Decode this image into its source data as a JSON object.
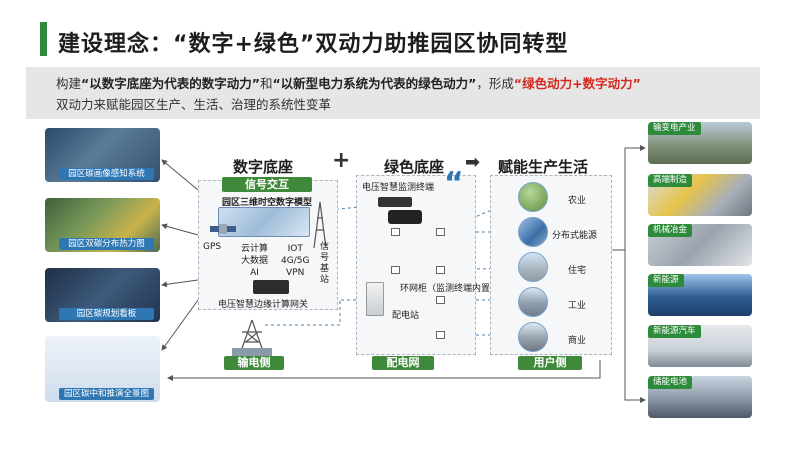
{
  "title": "建设理念：“数字+绿色”双动力助推园区协同转型",
  "intro": {
    "p1": "构建",
    "b1": "“以数字底座为代表的数字动力”",
    "p2": "和",
    "b2": "“以新型电力系统为代表的绿色动力”",
    "p3": "，形成",
    "red": "“绿色动力+数字动力”",
    "p4": "双动力来赋能园区生产、生活、治理的系统性变革"
  },
  "left_images": [
    {
      "caption": "园区碳画像感知系统"
    },
    {
      "caption": "园区双碳分布热力图"
    },
    {
      "caption": "园区碳规划看板"
    },
    {
      "caption": "园区碳中和推演全景图"
    }
  ],
  "digital": {
    "title": "数字底座",
    "tag": "信号交互",
    "model": "园区三维时空数字模型",
    "gps": "GPS",
    "cloud1": "云计算",
    "cloud2": "大数据",
    "cloud3": "AI",
    "net1": "IOT",
    "net2": "4G/5G",
    "net3": "VPN",
    "signal": "信号基站",
    "gateway": "电压智慧边缘计算网关",
    "bottom_tag": "输电侧"
  },
  "green": {
    "title": "绿色底座",
    "monitor": "电压智慧监测终端",
    "ring": "环网柜（监测终端内置）",
    "station": "配电站",
    "bottom_tag": "配电网"
  },
  "life": {
    "title": "赋能生产生活",
    "items": [
      {
        "label": "农业"
      },
      {
        "label": "分布式能源"
      },
      {
        "label": "住宅"
      },
      {
        "label": "工业"
      },
      {
        "label": "商业"
      }
    ],
    "bottom_tag": "用户侧"
  },
  "symbols": {
    "plus": "+",
    "quote": "“",
    "arrow": "➡"
  },
  "right_images": [
    {
      "caption": "输变电产业"
    },
    {
      "caption": "高端制造"
    },
    {
      "caption": "机械冶金"
    },
    {
      "caption": "新能源"
    },
    {
      "caption": "新能源汽车"
    },
    {
      "caption": "储能电池"
    }
  ]
}
